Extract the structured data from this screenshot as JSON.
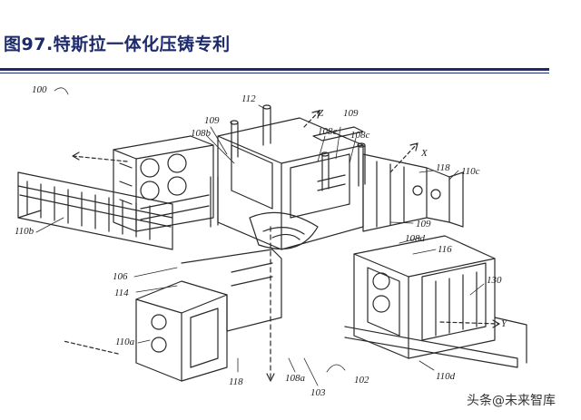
{
  "title": "图97.特斯拉一体化压铸专利",
  "watermark": "头条@未来智库",
  "labels": {
    "l100": "100",
    "l112": "112",
    "lZ": "Z",
    "l109a": "109",
    "l109b": "109",
    "l108b": "108b",
    "l108e": "108e",
    "l108c": "108c",
    "lX": "X",
    "l118a": "118",
    "l110c": "110c",
    "l110b": "110b",
    "l109c": "109",
    "l108d": "108d",
    "l116": "116",
    "l106": "106",
    "l114": "114",
    "l130": "130",
    "lY": "Y",
    "l110a": "110a",
    "l118b": "118",
    "l108a": "108a",
    "l102": "102",
    "l103": "103",
    "l110d": "110d"
  }
}
